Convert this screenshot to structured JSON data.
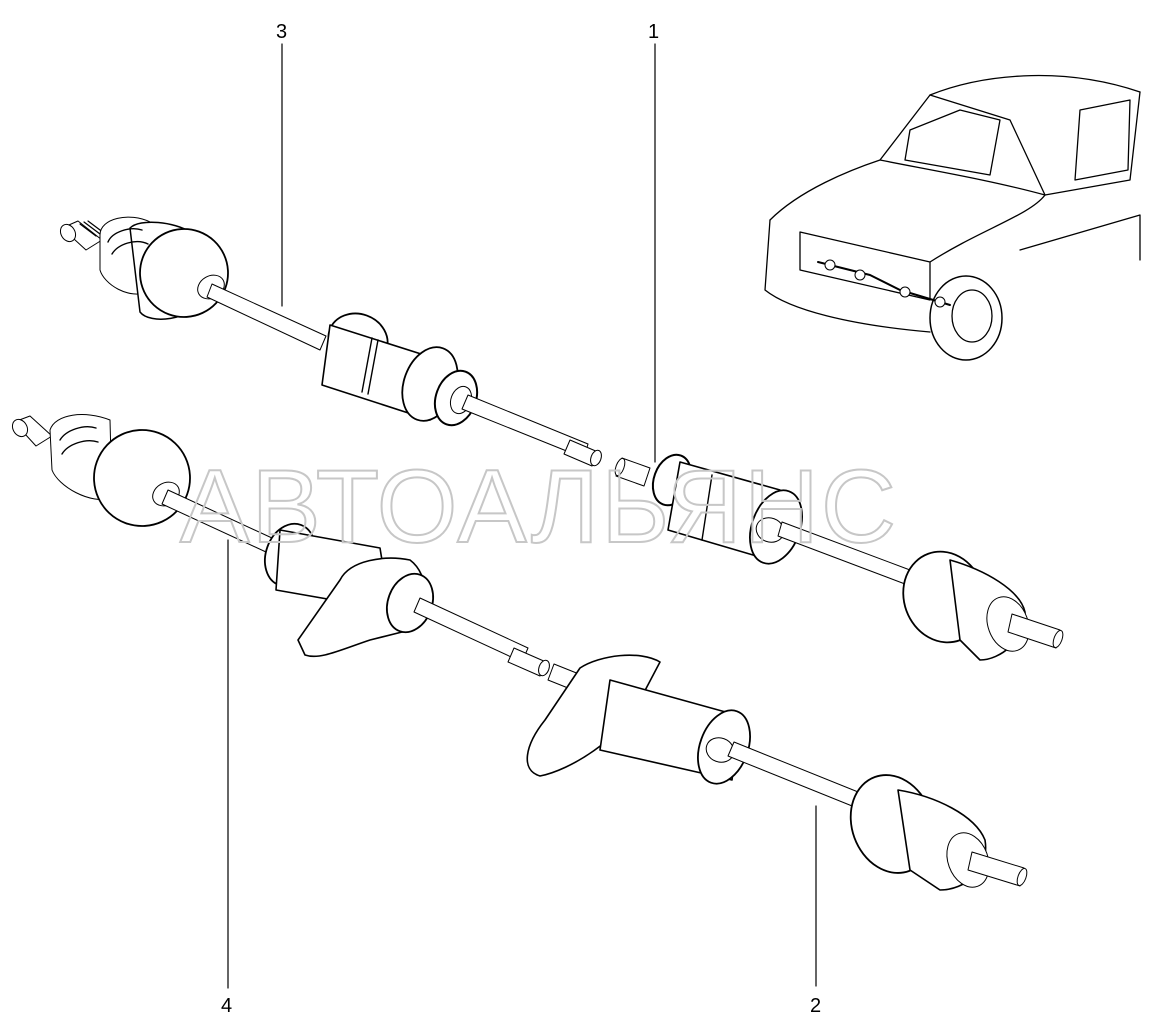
{
  "callouts": [
    {
      "id": "1",
      "label": "1"
    },
    {
      "id": "2",
      "label": "2"
    },
    {
      "id": "3",
      "label": "3"
    },
    {
      "id": "4",
      "label": "4"
    }
  ],
  "watermark": {
    "text": "АВТОАЛЬЯНС"
  },
  "colors": {
    "line": "#000000",
    "watermark": "#c7c7c7",
    "background": "#ffffff"
  }
}
